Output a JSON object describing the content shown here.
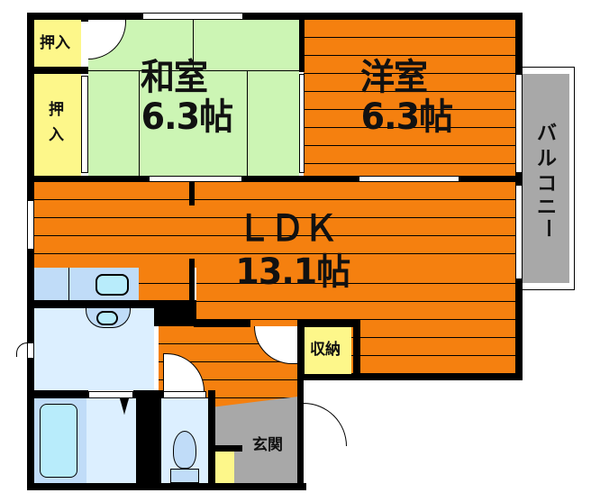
{
  "floor_plan": {
    "rooms": {
      "washitsu": {
        "name": "和室",
        "size": "6.3帖"
      },
      "youshitsu": {
        "name": "洋室",
        "size": "6.3帖"
      },
      "ldk": {
        "name": "ＬＤＫ",
        "size": "13.1帖"
      },
      "oshiire_top": {
        "name": "押入"
      },
      "oshiire_side": {
        "name_line1": "押",
        "name_line2": "入"
      },
      "shuunou": {
        "name": "収納"
      },
      "genkan": {
        "name": "玄関"
      },
      "balcony": {
        "name_chars": [
          "バ",
          "ル",
          "コ",
          "ニ",
          "ー"
        ]
      }
    },
    "colors": {
      "flooring": "#f5800f",
      "tatami": "#ccf5b4",
      "storage": "#fdf78a",
      "wet_area": "#dcefff",
      "entrance": "#a8a8a8",
      "balcony": "#a8a8a8",
      "wall": "#000000"
    }
  }
}
